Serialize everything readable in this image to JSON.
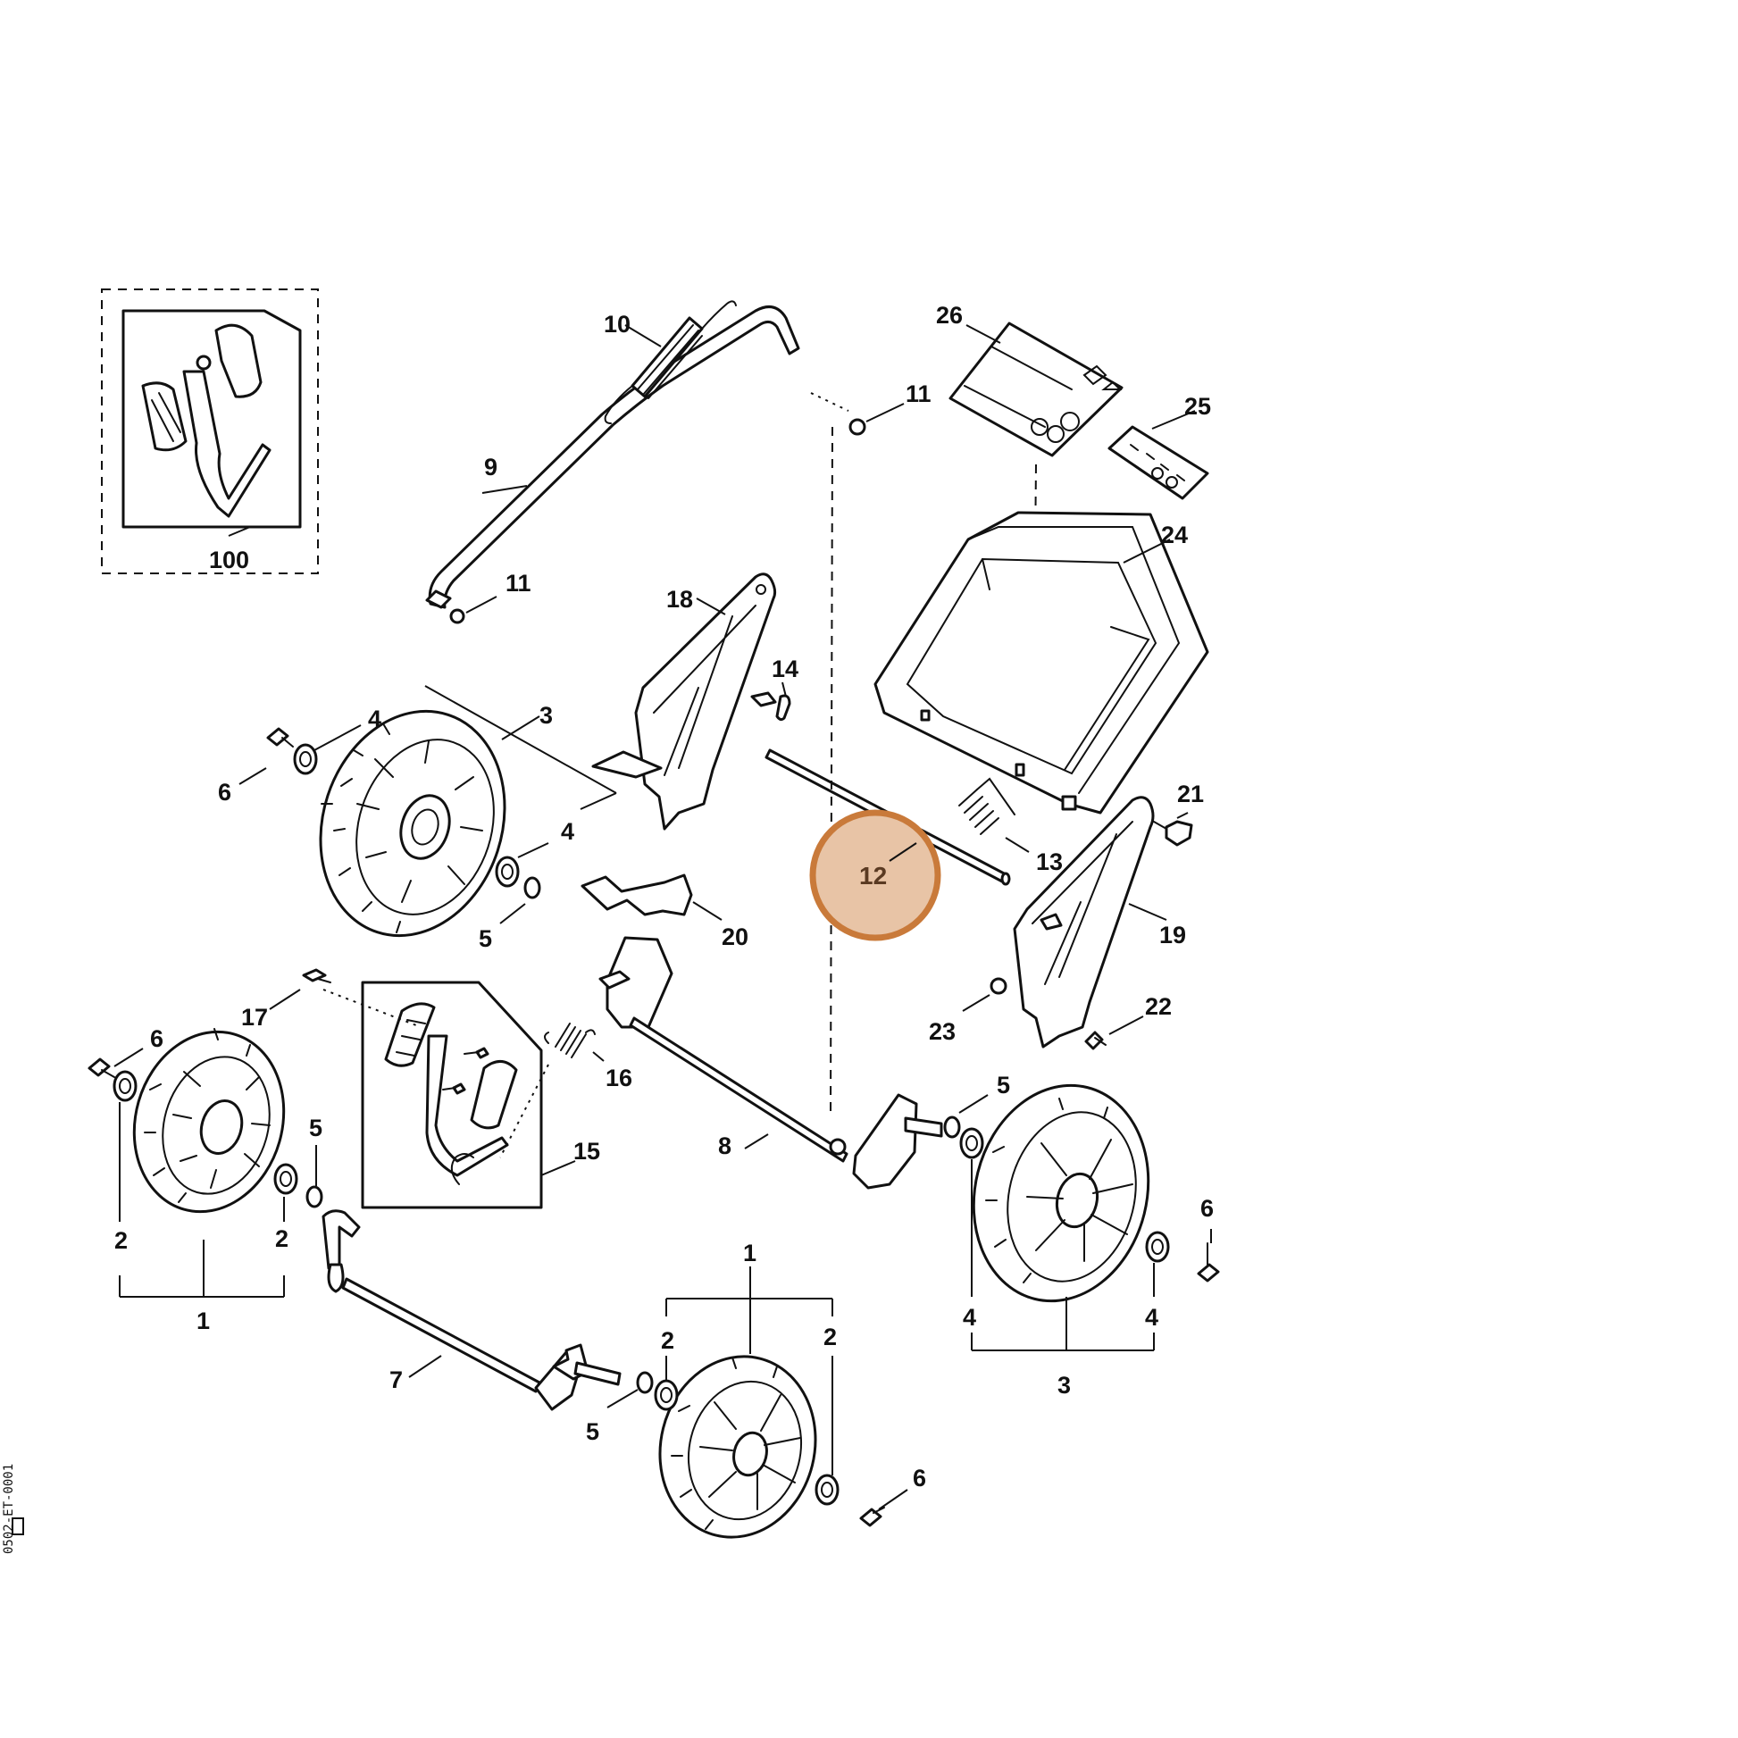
{
  "callouts": {
    "c10": "10",
    "c26": "26",
    "c11a": "11",
    "c25": "25",
    "c9": "9",
    "c24": "24",
    "c100": "100",
    "c11b": "11",
    "c18": "18",
    "c14": "14",
    "c4a": "4",
    "c3a": "3",
    "c6a": "6",
    "c4b": "4",
    "c21": "21",
    "c13": "13",
    "c12": "12",
    "c5a": "5",
    "c20": "20",
    "c19": "19",
    "c17": "17",
    "c23": "23",
    "c22": "22",
    "c6b": "6",
    "c16": "16",
    "c5b": "5",
    "c5c": "5",
    "c8": "8",
    "c15": "15",
    "c6c": "6",
    "c2a": "2",
    "c2b": "2",
    "c1a": "1",
    "c1b": "1",
    "c4c": "4",
    "c4d": "4",
    "c3b": "3",
    "c2c": "2",
    "c2d": "2",
    "c7": "7",
    "c5d": "5",
    "c6d": "6"
  },
  "highlight": {
    "label": "12",
    "fill": "#e8c4a6",
    "stroke": "#c97a3a"
  },
  "side_code": "0502-ET-0001"
}
